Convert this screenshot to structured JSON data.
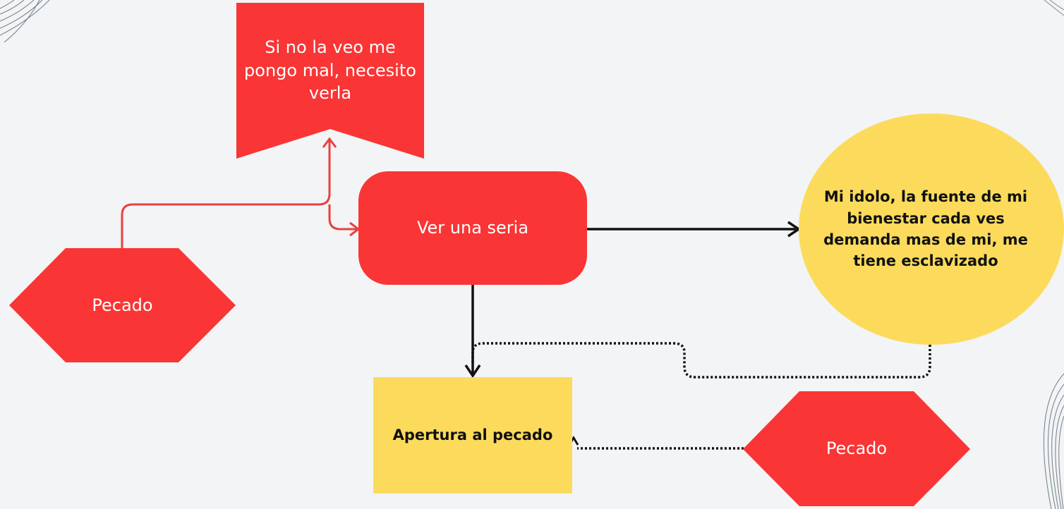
{
  "nodes": {
    "banner": {
      "text": "Si no la veo me pongo mal, necesito verla",
      "fill": "#f93535"
    },
    "ver_serie": {
      "text": "Ver una seria",
      "fill": "#f93535"
    },
    "pecado_left": {
      "text": "Pecado",
      "fill": "#f93535"
    },
    "idolo": {
      "text": "Mi idolo, la fuente de mi bienestar cada ves demanda mas de mi, me tiene esclavizado",
      "fill": "#fcdb5c"
    },
    "apertura": {
      "text": "Apertura al pecado",
      "fill": "#fcdb5c"
    },
    "pecado_right": {
      "text": "Pecado",
      "fill": "#f93535"
    }
  },
  "connectors": {
    "red": "#e8413f",
    "black": "#111111"
  }
}
